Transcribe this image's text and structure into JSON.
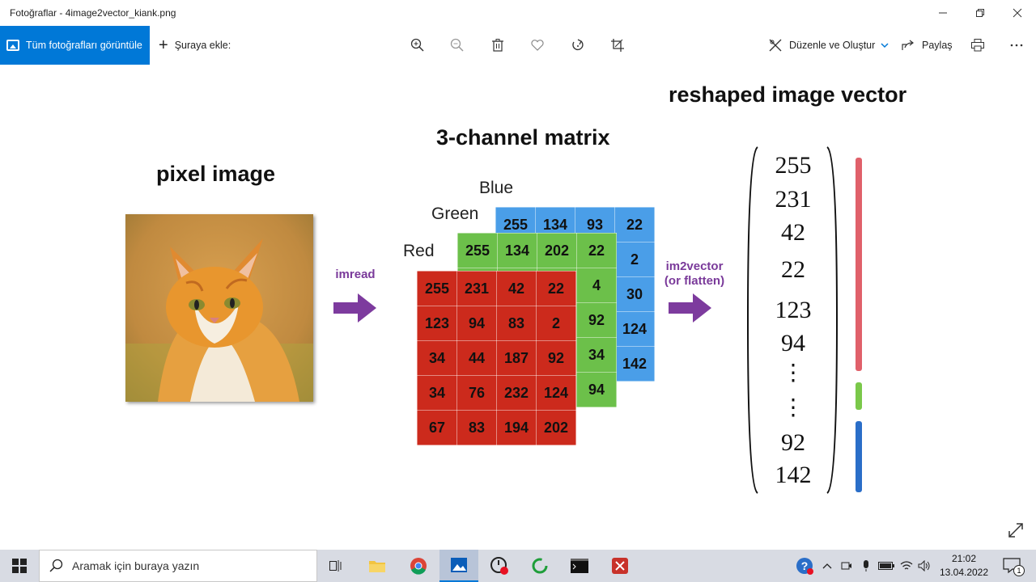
{
  "window": {
    "app_name": "Fotoğraflar",
    "separator": " - ",
    "file_name": "4image2vector_kiank.png"
  },
  "toolbar": {
    "all_photos_label": "Tüm fotoğrafları görüntüle",
    "add_to_label": "Şuraya ekle:",
    "edit_create_label": "Düzenle ve Oluştur",
    "share_label": "Paylaş",
    "icons": [
      "zoom-in-icon",
      "zoom-out-icon",
      "delete-icon",
      "heart-icon",
      "rotate-icon",
      "crop-icon"
    ]
  },
  "slide": {
    "pixel_image_title": "pixel image",
    "matrix_title": "3-channel matrix",
    "vector_title": "reshaped image vector",
    "channel_labels": {
      "blue": "Blue",
      "green": "Green",
      "red": "Red"
    },
    "arrow1_label": "imread",
    "arrow2_label_line1": "im2vector",
    "arrow2_label_line2": "(or flatten)",
    "blue_matrix": [
      [
        "255",
        "134",
        "93",
        "22"
      ],
      [
        "",
        "",
        "",
        "2"
      ],
      [
        "",
        "",
        "",
        "30"
      ],
      [
        "",
        "",
        "",
        "124"
      ],
      [
        "",
        "",
        "",
        "142"
      ]
    ],
    "green_matrix": [
      [
        "255",
        "134",
        "202",
        "22"
      ],
      [
        "",
        "",
        "",
        "4"
      ],
      [
        "",
        "",
        "",
        "92"
      ],
      [
        "",
        "",
        "",
        "34"
      ],
      [
        "",
        "",
        "",
        "94"
      ]
    ],
    "red_matrix": [
      [
        "255",
        "231",
        "42",
        "22"
      ],
      [
        "123",
        "94",
        "83",
        "2"
      ],
      [
        "34",
        "44",
        "187",
        "92"
      ],
      [
        "34",
        "76",
        "232",
        "124"
      ],
      [
        "67",
        "83",
        "194",
        "202"
      ]
    ],
    "vector_values_top": [
      "255",
      "231",
      "42",
      "22",
      "123",
      "94"
    ],
    "vector_values_bottom": [
      "92",
      "142"
    ],
    "vector_dots": "⋮",
    "bar_colors": {
      "red": "#e0606a",
      "green": "#7ac84a",
      "blue": "#2a6ec8"
    }
  },
  "taskbar": {
    "search_placeholder": "Aramak için buraya yazın",
    "time": "21:02",
    "date": "13.04.2022",
    "notification_count": "1"
  }
}
